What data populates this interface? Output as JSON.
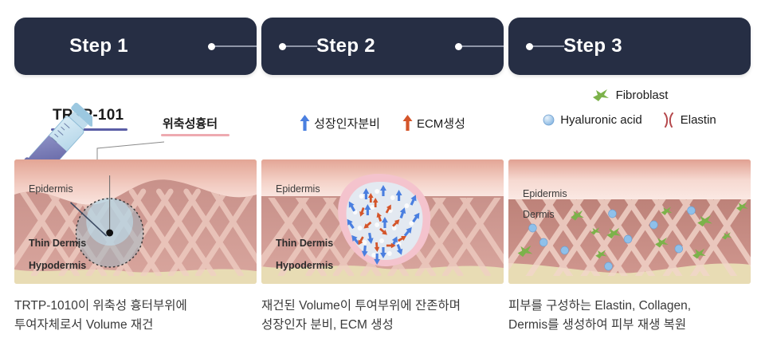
{
  "steps": [
    {
      "header_label": "Step 1",
      "product_label": "TRTP-101",
      "scar_label": "위축성흉터",
      "skin_layers": [
        "Epidermis",
        "Thin Dermis",
        "Hypodermis"
      ],
      "caption": "TRTP-1010이 위축성 흉터부위에\n투여자체로서 Volume 재건"
    },
    {
      "header_label": "Step 2",
      "legend": [
        {
          "icon": "up-arrow-icon",
          "color": "#4a7fe0",
          "label": "성장인자분비"
        },
        {
          "icon": "up-arrow-icon",
          "color": "#d4552a",
          "label": "ECM생성"
        }
      ],
      "skin_layers": [
        "Epidermis",
        "Thin Dermis",
        "Hypodermis"
      ],
      "caption": "재건된 Volume이 투여부위에 잔존하며\n성장인자 분비, ECM 생성"
    },
    {
      "header_label": "Step 3",
      "legend": [
        {
          "icon": "fibroblast-star-icon",
          "color": "#7cb24a",
          "label": "Fibroblast"
        },
        {
          "icon": "hyaluronic-circle-icon",
          "color": "#8fc0ea",
          "label": "Hyaluronic acid"
        },
        {
          "icon": "elastin-x-icon",
          "color": "#b5484c",
          "label": "Elastin"
        }
      ],
      "skin_layers": [
        "Epidermis",
        "Dermis"
      ],
      "caption": "피부를 구성하는 Elastin, Collagen,\nDermis를 생성하여 피부 재생 복원"
    }
  ],
  "colors": {
    "header_bg": "#262e44",
    "header_text": "#ffffff",
    "connector_line": "#8f96a8",
    "product_underline": "#5b5ea6",
    "scar_underline": "#eeaab0",
    "caption_text": "#3a3a3a",
    "epidermis": "#e9b5a8",
    "dermis": "#c08a84",
    "hypodermis": "#e8dcb4",
    "blob": "#f4c3cd"
  }
}
